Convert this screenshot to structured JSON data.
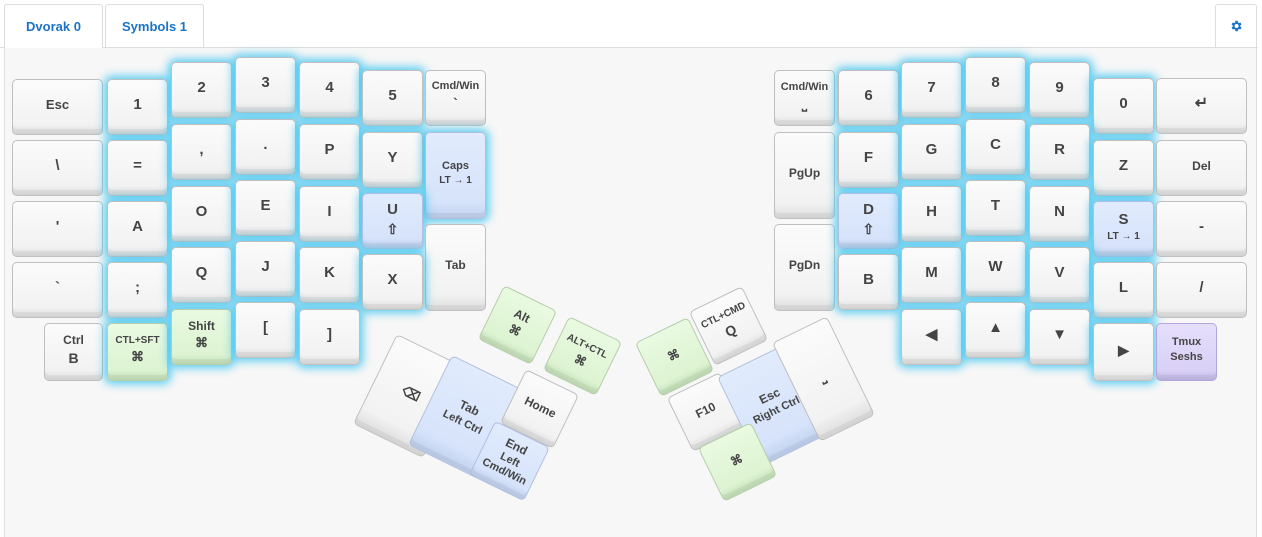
{
  "tabs": [
    {
      "label": "Dvorak 0",
      "active": true
    },
    {
      "label": "Symbols 1",
      "active": false
    }
  ],
  "settings_icon": "gear-icon",
  "colors": {
    "accent": "#1a73c8",
    "glow": "#40c4f0",
    "key_blue": "#d6e3fa",
    "key_green": "#ddf3d2",
    "key_purple": "#d9d1f6"
  },
  "keys": [
    {
      "name": "esc",
      "label": "Esc",
      "glow": false
    },
    {
      "name": "1",
      "label": "1",
      "glow": true
    },
    {
      "name": "2",
      "label": "2",
      "glow": true
    },
    {
      "name": "3",
      "label": "3",
      "glow": true
    },
    {
      "name": "4",
      "label": "4",
      "glow": true
    },
    {
      "name": "5",
      "label": "5",
      "glow": true
    },
    {
      "name": "cmd-win-backtick",
      "label": "Cmd/Win",
      "sub": "`",
      "glow": false
    },
    {
      "name": "backslash",
      "label": "\\",
      "glow": false
    },
    {
      "name": "equals",
      "label": "=",
      "glow": true
    },
    {
      "name": "comma",
      "label": ",",
      "glow": true
    },
    {
      "name": "period",
      "label": ".",
      "glow": true
    },
    {
      "name": "p",
      "label": "P",
      "glow": true
    },
    {
      "name": "y",
      "label": "Y",
      "glow": true
    },
    {
      "name": "caps",
      "label": "Caps",
      "sub": "LT → 1",
      "color": "blue",
      "glow": true
    },
    {
      "name": "apostrophe",
      "label": "'",
      "glow": false
    },
    {
      "name": "a",
      "label": "A",
      "glow": true
    },
    {
      "name": "o",
      "label": "O",
      "glow": true
    },
    {
      "name": "e",
      "label": "E",
      "glow": true
    },
    {
      "name": "i",
      "label": "I",
      "glow": true
    },
    {
      "name": "u",
      "label": "U",
      "sub": "⇧",
      "color": "blue",
      "glow": true
    },
    {
      "name": "tab-left",
      "label": "Tab",
      "glow": false
    },
    {
      "name": "grave",
      "label": "`",
      "glow": false
    },
    {
      "name": "semicolon",
      "label": ";",
      "glow": true
    },
    {
      "name": "q",
      "label": "Q",
      "glow": true
    },
    {
      "name": "j",
      "label": "J",
      "glow": true
    },
    {
      "name": "k",
      "label": "K",
      "glow": true
    },
    {
      "name": "x",
      "label": "X",
      "glow": true
    },
    {
      "name": "ctrl-b",
      "label": "Ctrl",
      "sub": "B",
      "glow": false
    },
    {
      "name": "ctl-sft",
      "label": "CTL+SFT",
      "sub": "⌘",
      "color": "green",
      "glow": true
    },
    {
      "name": "shift",
      "label": "Shift",
      "sub": "⌘",
      "color": "green",
      "glow": true
    },
    {
      "name": "left-bracket",
      "label": "[",
      "glow": true
    },
    {
      "name": "right-bracket",
      "label": "]",
      "glow": true
    },
    {
      "name": "alt",
      "label": "Alt",
      "sub": "⌘",
      "color": "green",
      "glow": false
    },
    {
      "name": "alt-ctl",
      "label": "ALT+CTL",
      "sub": "⌘",
      "color": "green",
      "glow": false
    },
    {
      "name": "backspace",
      "label": "⌫",
      "glow": false
    },
    {
      "name": "tab-left-ctrl",
      "label": "Tab",
      "sub": "Left Ctrl",
      "color": "blue",
      "glow": false
    },
    {
      "name": "home",
      "label": "Home",
      "glow": false
    },
    {
      "name": "end",
      "label": "End",
      "sub": "Left Cmd/Win",
      "color": "blue",
      "glow": false
    },
    {
      "name": "cmd-win-space",
      "label": "Cmd/Win",
      "sub": "⎵",
      "glow": false
    },
    {
      "name": "6",
      "label": "6",
      "glow": true
    },
    {
      "name": "7",
      "label": "7",
      "glow": true
    },
    {
      "name": "8",
      "label": "8",
      "glow": true
    },
    {
      "name": "9",
      "label": "9",
      "glow": true
    },
    {
      "name": "0",
      "label": "0",
      "glow": true
    },
    {
      "name": "enter",
      "label": "↵",
      "glow": false
    },
    {
      "name": "pgup",
      "label": "PgUp",
      "glow": false
    },
    {
      "name": "f",
      "label": "F",
      "glow": true
    },
    {
      "name": "g",
      "label": "G",
      "glow": true
    },
    {
      "name": "c",
      "label": "C",
      "glow": true
    },
    {
      "name": "r",
      "label": "R",
      "glow": true
    },
    {
      "name": "z",
      "label": "Z",
      "glow": true
    },
    {
      "name": "del",
      "label": "Del",
      "glow": false
    },
    {
      "name": "pgdn",
      "label": "PgDn",
      "glow": false
    },
    {
      "name": "d",
      "label": "D",
      "sub": "⇧",
      "color": "blue",
      "glow": true
    },
    {
      "name": "h",
      "label": "H",
      "glow": true
    },
    {
      "name": "t",
      "label": "T",
      "glow": true
    },
    {
      "name": "n",
      "label": "N",
      "glow": true
    },
    {
      "name": "s",
      "label": "S",
      "sub": "LT → 1",
      "color": "blue",
      "glow": true
    },
    {
      "name": "minus",
      "label": "-",
      "glow": false
    },
    {
      "name": "b",
      "label": "B",
      "glow": true
    },
    {
      "name": "m",
      "label": "M",
      "glow": true
    },
    {
      "name": "w",
      "label": "W",
      "glow": true
    },
    {
      "name": "v",
      "label": "V",
      "glow": true
    },
    {
      "name": "l",
      "label": "L",
      "glow": true
    },
    {
      "name": "slash",
      "label": "/",
      "glow": false
    },
    {
      "name": "arrow-left",
      "label": "◀",
      "glow": true
    },
    {
      "name": "arrow-up",
      "label": "▲",
      "glow": true
    },
    {
      "name": "arrow-down",
      "label": "▼",
      "glow": true
    },
    {
      "name": "arrow-right",
      "label": "▶",
      "glow": true
    },
    {
      "name": "tmux",
      "label": "Tmux",
      "sub": "Seshs",
      "color": "purple",
      "glow": false
    },
    {
      "name": "ctl-cmd-q",
      "label": "CTL+CMD",
      "sub": "Q",
      "glow": false
    },
    {
      "name": "cmd-green",
      "label": "⌘",
      "color": "green",
      "glow": false
    },
    {
      "name": "f10",
      "label": "F10",
      "glow": false
    },
    {
      "name": "esc-right-ctrl",
      "label": "Esc",
      "sub": "Right Ctrl",
      "color": "blue",
      "glow": false
    },
    {
      "name": "space",
      "label": "⎵",
      "glow": false
    },
    {
      "name": "cmd-green-bottom",
      "label": "⌘",
      "color": "green",
      "glow": false
    }
  ]
}
